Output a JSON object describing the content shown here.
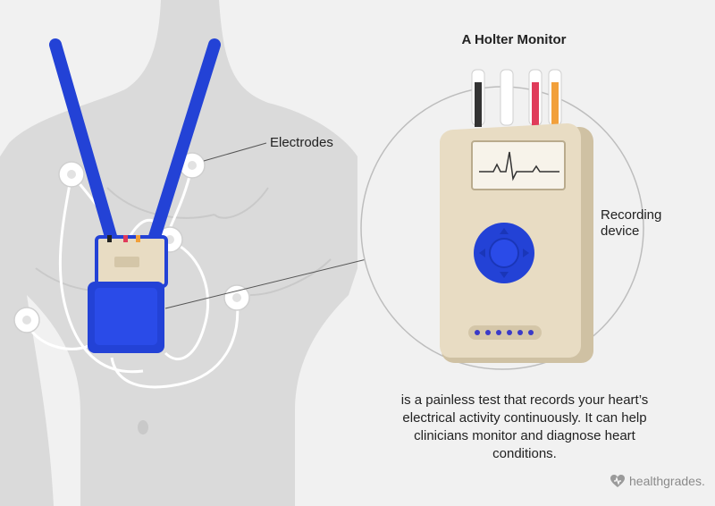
{
  "title": "A Holter Monitor",
  "labels": {
    "electrodes": "Electrodes",
    "recording_device": "Recording device"
  },
  "description": "is a painless test that records your heart’s electrical activity continuously. It can help clinicians monitor and diagnose heart conditions.",
  "brand": {
    "name": "healthgrades."
  },
  "colors": {
    "background": "#f1f1f1",
    "body": "#dadada",
    "strap_blue": "#2342d6",
    "device_beige": "#e8dcc3",
    "device_dark": "#cfc1a3",
    "wire_white": "#ffffff",
    "brand_gray": "#8a8a8a"
  },
  "icons": [
    "electrode-icon",
    "ecg-screen-icon",
    "control-dial-icon",
    "healthgrades-heart-icon"
  ]
}
